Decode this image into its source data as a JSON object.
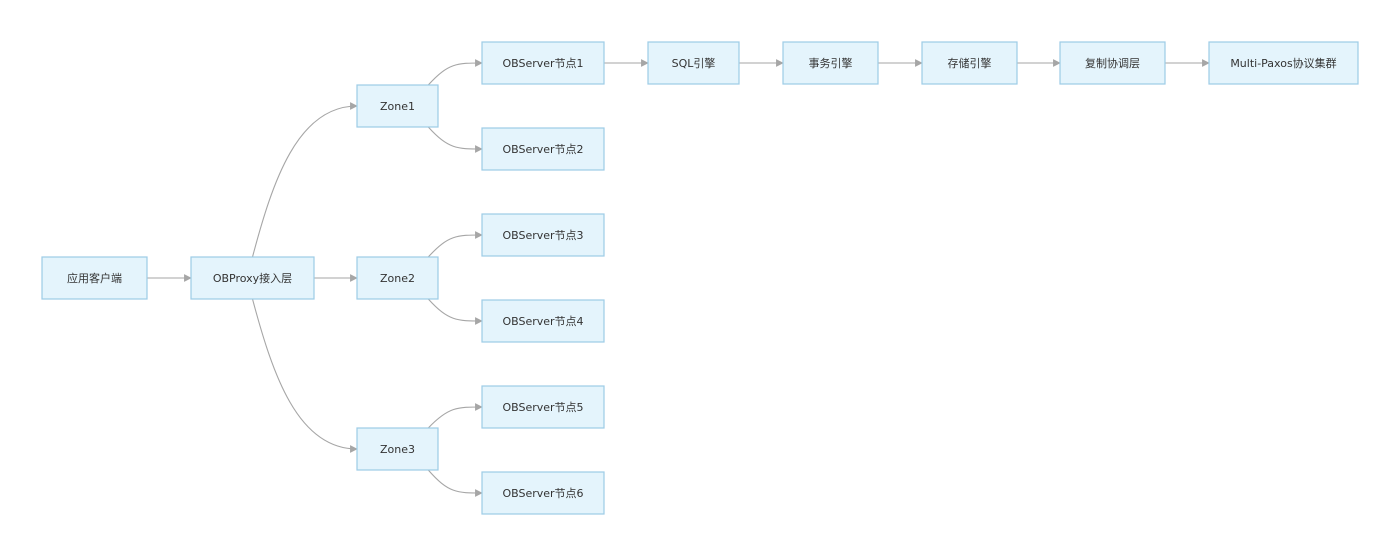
{
  "diagram": {
    "nodes": {
      "client": "应用客户端",
      "proxy": "OBProxy接入层",
      "zone1": "Zone1",
      "zone2": "Zone2",
      "zone3": "Zone3",
      "obs1": "OBServer节点1",
      "obs2": "OBServer节点2",
      "obs3": "OBServer节点3",
      "obs4": "OBServer节点4",
      "obs5": "OBServer节点5",
      "obs6": "OBServer节点6",
      "sql": "SQL引擎",
      "txn": "事务引擎",
      "storage": "存储引擎",
      "replication": "复制协调层",
      "paxos": "Multi-Paxos协议集群"
    },
    "edges": [
      [
        "client",
        "proxy"
      ],
      [
        "proxy",
        "zone1"
      ],
      [
        "proxy",
        "zone2"
      ],
      [
        "proxy",
        "zone3"
      ],
      [
        "zone1",
        "obs1"
      ],
      [
        "zone1",
        "obs2"
      ],
      [
        "zone2",
        "obs3"
      ],
      [
        "zone2",
        "obs4"
      ],
      [
        "zone3",
        "obs5"
      ],
      [
        "zone3",
        "obs6"
      ],
      [
        "obs1",
        "sql"
      ],
      [
        "sql",
        "txn"
      ],
      [
        "txn",
        "storage"
      ],
      [
        "storage",
        "replication"
      ],
      [
        "replication",
        "paxos"
      ]
    ],
    "colors": {
      "node_fill": "#e4f4fc",
      "node_stroke": "#9ccbe6",
      "edge": "#a6a6a6",
      "text": "#333333"
    }
  }
}
